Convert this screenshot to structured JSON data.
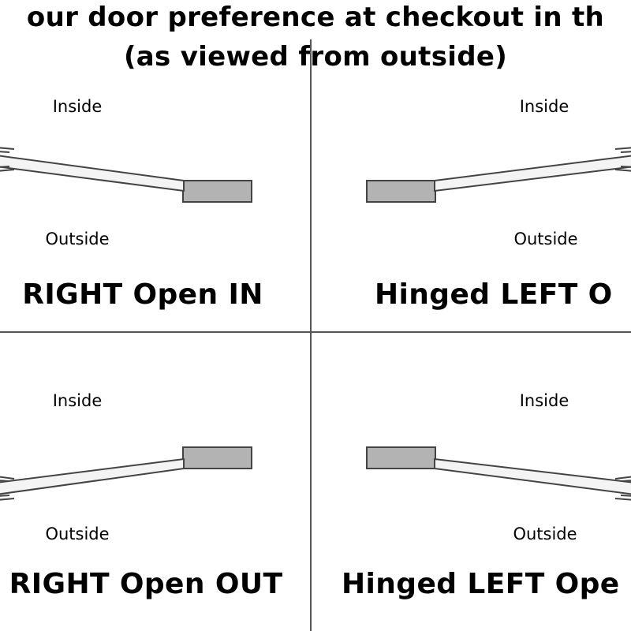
{
  "title": {
    "line1": "our door preference at checkout in th",
    "line2": "(as viewed from outside)"
  },
  "panels": [
    {
      "id": "top-left",
      "inside_label": "Inside",
      "outside_label": "Outside",
      "caption": "RIGHT Open IN"
    },
    {
      "id": "top-right",
      "inside_label": "Inside",
      "outside_label": "Outside",
      "caption": "Hinged LEFT O"
    },
    {
      "id": "bottom-left",
      "inside_label": "Inside",
      "outside_label": "Outside",
      "caption": "RIGHT Open OUT"
    },
    {
      "id": "bottom-right",
      "inside_label": "Inside",
      "outside_label": "Outside",
      "caption": "Hinged LEFT Ope"
    }
  ],
  "colors": {
    "frame_block": "#b3b3b3",
    "outline": "#444444",
    "door_fill": "#f4f4f4",
    "grid_line": "#555555"
  }
}
